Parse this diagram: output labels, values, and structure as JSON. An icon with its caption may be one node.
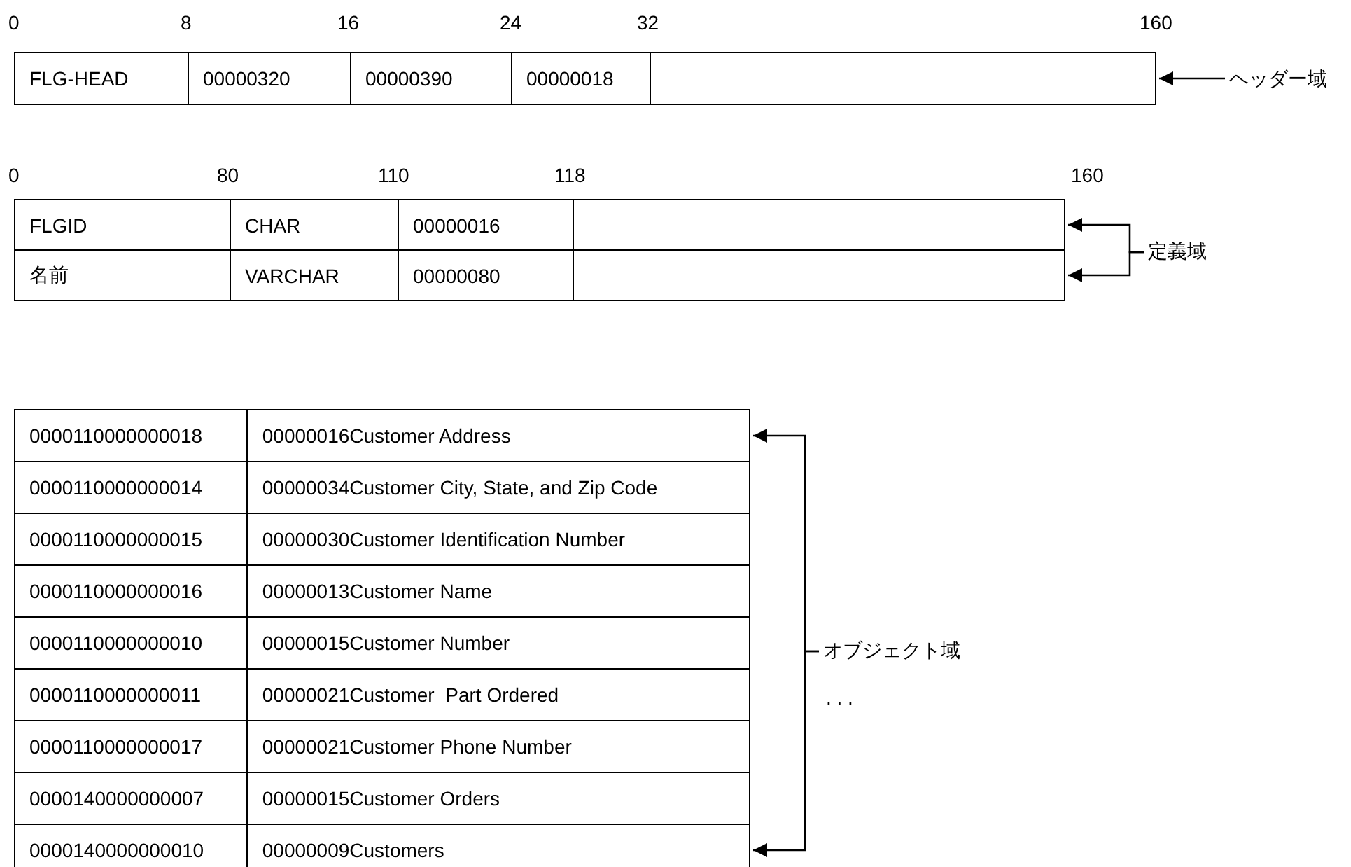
{
  "diagram": {
    "nodes": [
      {
        "text": [
          "FLG-HEAD",
          "00000320",
          "00000390",
          "00000018"
        ]
      },
      {
        "text": [
          "ヘッダー域"
        ]
      },
      {
        "text": [
          "FLGID",
          "CHAR",
          "00000016"
        ]
      },
      {
        "text": [
          "名前",
          "VARCHAR",
          "00000080"
        ]
      },
      {
        "text": [
          "定義域"
        ]
      },
      {
        "text": [
          "0000110000000018",
          "00000016Customer Address"
        ]
      },
      {
        "text": [
          "0000110000000014",
          "00000034Customer City, State, and Zip Code"
        ]
      },
      {
        "text": [
          "0000110000000015",
          "00000030Customer Identification Number"
        ]
      },
      {
        "text": [
          "0000110000000016",
          "00000013Customer Name"
        ]
      },
      {
        "text": [
          "0000110000000010",
          "00000015Customer Number"
        ]
      },
      {
        "text": [
          "0000110000000011",
          "00000021Customer  Part Ordered"
        ]
      },
      {
        "text": [
          "0000110000000017",
          "00000021Customer Phone Number"
        ]
      },
      {
        "text": [
          "0000140000000007",
          "00000015Customer Orders"
        ]
      },
      {
        "text": [
          "0000140000000010",
          "00000009Customers"
        ]
      },
      {
        "text": [
          "オブジェクト域"
        ]
      }
    ],
    "edges": [
      {
        "from": 1,
        "to": 0,
        "arrow": "to"
      },
      {
        "from": 4,
        "to": 2,
        "arrow": "to"
      },
      {
        "from": 4,
        "to": 3,
        "arrow": "to"
      },
      {
        "from": 14,
        "to": 5,
        "arrow": "to"
      },
      {
        "from": 14,
        "to": 13,
        "arrow": "to"
      }
    ],
    "labels": [
      "0",
      "8",
      "16",
      "24",
      "32",
      "160",
      "0",
      "80",
      "110",
      "118",
      "160",
      ". . ."
    ]
  }
}
